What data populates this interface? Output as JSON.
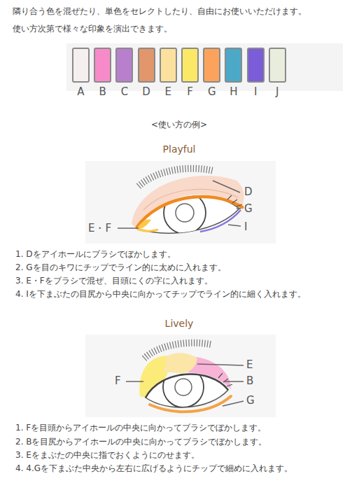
{
  "diagram": {
    "labels": [
      "隣り合う色を混ぜたり、単色をセレクトしたり、自由にお使いいただけます。",
      "使い方次第で様々な印象を演出できます。",
      "<使い方の例>",
      "Playful",
      "D",
      "G",
      "I",
      "E・F",
      "1. Dをアイホールにブラシでぼかします。",
      "2. Gを目のキワにチップでライン的に太めに入れます。",
      "3. E・Fをブラシで混ぜ、目頭にくの字に入れます。",
      "4. Iを下まぶたの目尻から中央に向かってチップでライン的に細く入れます。",
      "Lively",
      "E",
      "B",
      "F",
      "G",
      "1. Fを目頭からアイホールの中央に向かってブラシでぼかします。",
      "2. Bを目尻からアイホールの中央に向かってブラシでぼかします。",
      "3. Eをまぶたの中央に指でおくようにのせます。",
      "4. 4.Gを下まぶた中央から左右に広げるようにチップで細めに入れます。"
    ],
    "legend": [
      {
        "text": "A",
        "color": "#f6efef"
      },
      {
        "text": "B",
        "color": "#f78bc9"
      },
      {
        "text": "C",
        "color": "#b97fcf"
      },
      {
        "text": "D",
        "color": "#e1966b"
      },
      {
        "text": "E",
        "color": "#fbe19d"
      },
      {
        "text": "F",
        "color": "#fbe866"
      },
      {
        "text": "G",
        "color": "#fba35c"
      },
      {
        "text": "H",
        "color": "#4ba9c7"
      },
      {
        "text": "I",
        "color": "#7b5cd9"
      },
      {
        "text": "J",
        "color": "#e9eddd"
      }
    ]
  }
}
